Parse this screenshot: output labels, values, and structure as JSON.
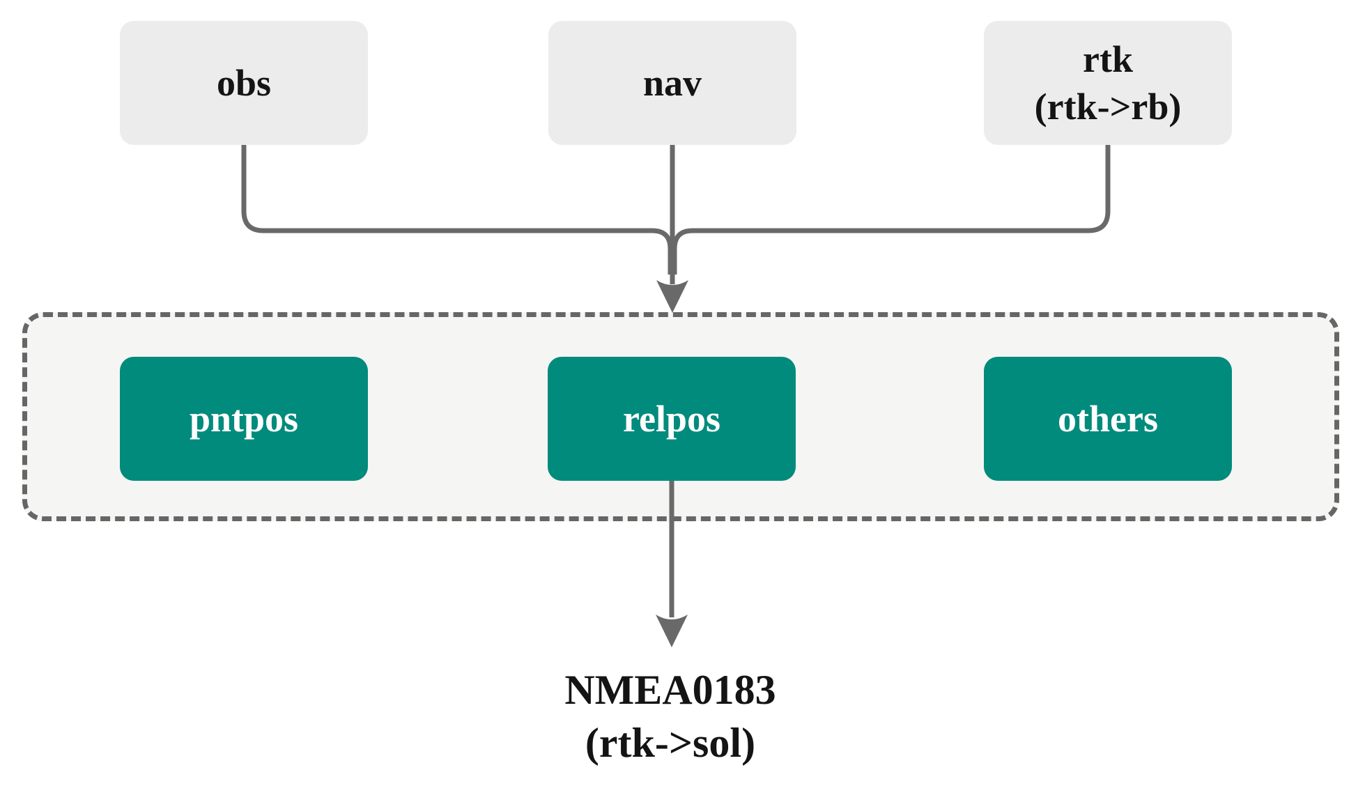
{
  "diagram": {
    "inputs": {
      "obs": {
        "label": "obs"
      },
      "nav": {
        "label": "nav"
      },
      "rtk": {
        "label": "rtk",
        "sublabel": "(rtk->rb)"
      }
    },
    "processes": {
      "pntpos": {
        "label": "pntpos"
      },
      "relpos": {
        "label": "relpos"
      },
      "others": {
        "label": "others"
      }
    },
    "output": {
      "label": "NMEA0183",
      "sublabel": "(rtk->sol)"
    }
  },
  "colors": {
    "input_box_fill": "#ececec",
    "process_box_fill": "#008b7c",
    "process_text": "#ffffff",
    "container_fill": "#f5f5f4",
    "container_border": "#666666",
    "line": "#696969",
    "text": "#141414",
    "background": "#ffffff"
  }
}
